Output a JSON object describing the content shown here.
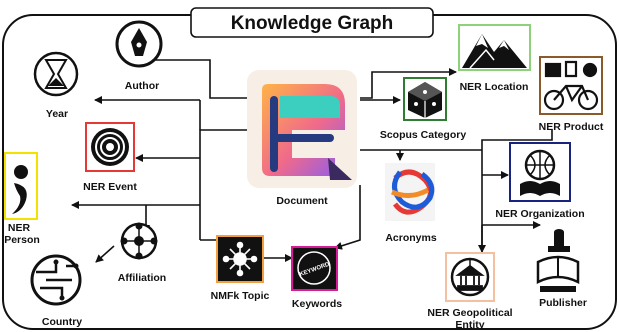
{
  "title": "Knowledge Graph",
  "nodes": {
    "author": "Author",
    "year": "Year",
    "ner_event": "NER Event",
    "ner_person": [
      "NER",
      "Person"
    ],
    "affiliation": "Affiliation",
    "country": "Country",
    "document": "Document",
    "nmfk_topic": "NMFk Topic",
    "keywords": "Keywords",
    "ner_location": "NER Location",
    "scopus_category": "Scopus Category",
    "ner_product": "NER Product",
    "acronyms": "Acronyms",
    "ner_organization": "NER Organization",
    "ner_geopolitical": [
      "NER Geopolitical",
      "Entity"
    ],
    "publisher": "Publisher",
    "keywords_badge_text": "KEYWORD"
  },
  "colors": {
    "ner_location_border": "#8fd17a",
    "scopus_border": "#2e7d32",
    "ner_product_border": "#8a5a2b",
    "ner_event_border": "#e53935",
    "ner_person_border": "#f2e200",
    "nmfk_border": "#f0a040",
    "keywords_border": "#d81b9a",
    "ner_organization_border": "#1a237e",
    "ner_geopolitical_border": "#f5c0a0"
  }
}
